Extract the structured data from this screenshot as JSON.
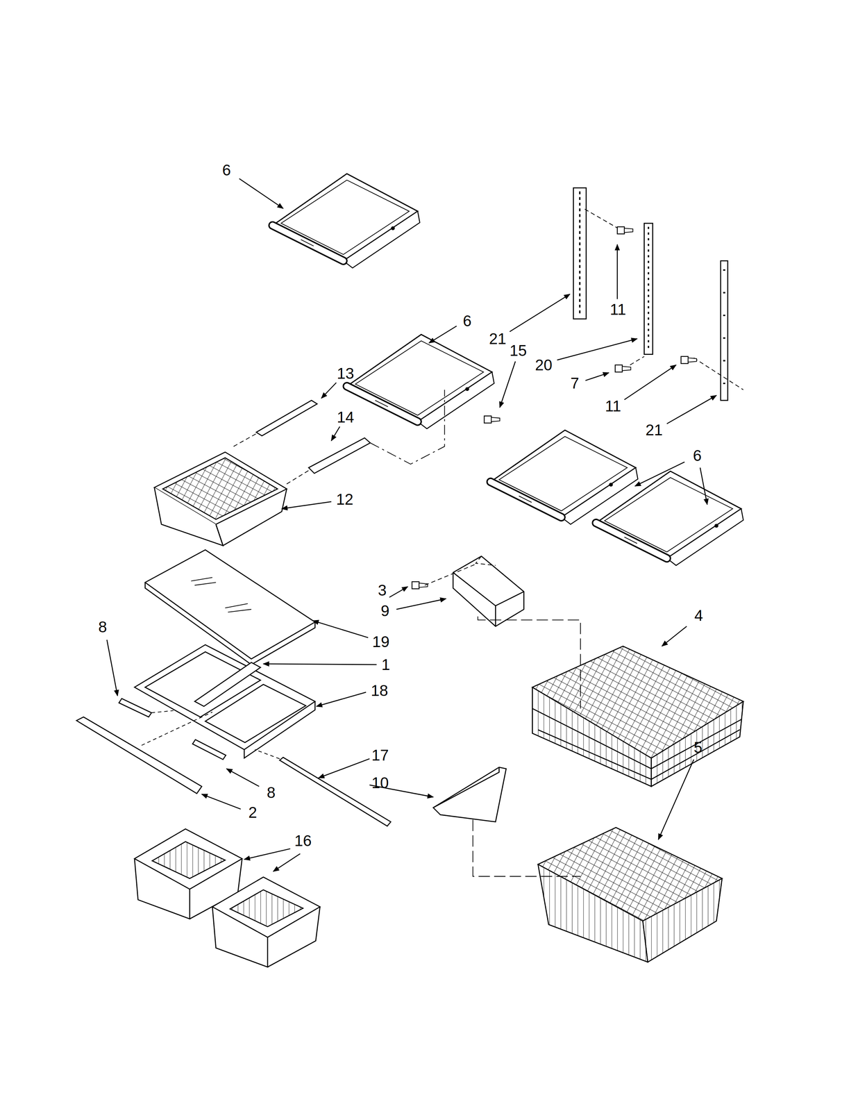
{
  "diagram": {
    "labels": [
      "6",
      "11",
      "6",
      "21",
      "15",
      "20",
      "13",
      "7",
      "11",
      "14",
      "21",
      "6",
      "12",
      "3",
      "9",
      "4",
      "8",
      "19",
      "1",
      "18",
      "5",
      "17",
      "10",
      "8",
      "2",
      "16"
    ]
  }
}
